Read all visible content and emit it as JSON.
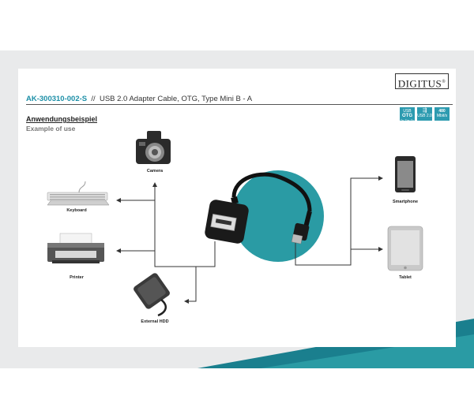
{
  "brand": {
    "logo_text": "DIGITUS",
    "logo_mark": "®"
  },
  "product": {
    "sku": "AK-300310-002-S",
    "separator": "//",
    "description": "USB 2.0 Adapter Cable, OTG, Type Mini B - A"
  },
  "badges": [
    {
      "icon": "usb-otg-badge",
      "line1": "USB",
      "line2": "OTG",
      "line3": "On-The-Go"
    },
    {
      "icon": "usb-trident-badge",
      "line1": "⇶",
      "line2": "USB 2.0",
      "line3": ""
    },
    {
      "icon": "speed-badge",
      "line1": "480",
      "line2": "Mbit/s",
      "line3": ""
    }
  ],
  "section": {
    "title": "Anwendungsbeispiel",
    "subtitle": "Example of use"
  },
  "devices": {
    "camera": "Camera",
    "keyboard": "Keyboard",
    "printer": "Printer",
    "hdd": "External HDD",
    "smartphone": "Smartphone",
    "tablet": "Tablet"
  },
  "colors": {
    "accent": "#1c8fa7",
    "teal_circle": "#2a9ba4",
    "background_band": "#e9eaeb"
  }
}
